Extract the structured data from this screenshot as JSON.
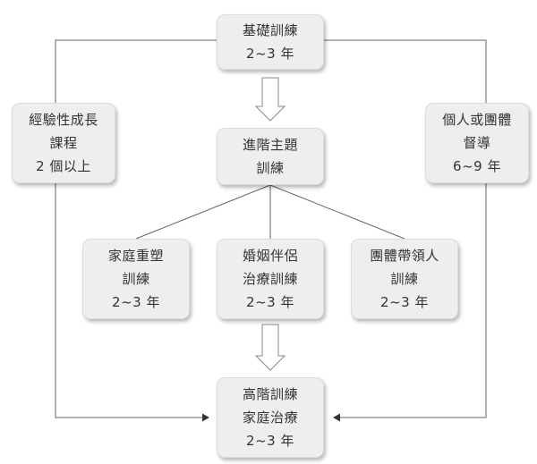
{
  "diagram": {
    "nodes": {
      "basic": [
        "基礎訓練",
        "2~3 年"
      ],
      "experiential": [
        "經驗性成長",
        "課程",
        "2 個以上"
      ],
      "supervision": [
        "個人或團體",
        "督導",
        "6~9 年"
      ],
      "advanced_topics": [
        "進階主題",
        "訓練"
      ],
      "family_sculpt": [
        "家庭重塑",
        "訓練",
        "2~3 年"
      ],
      "couples": [
        "婚姻伴侶",
        "治療訓練",
        "2~3 年"
      ],
      "group_leader": [
        "團體帶領人",
        "訓練",
        "2~3 年"
      ],
      "high_level": [
        "高階訓練",
        "家庭治療",
        "2~3 年"
      ]
    },
    "colors": {
      "node_fill": "#eeeeee",
      "node_border": "#dcdcdc",
      "line": "#666666",
      "arrow_fill": "#ffffff",
      "arrow_stroke": "#888888",
      "text": "#333333"
    }
  }
}
